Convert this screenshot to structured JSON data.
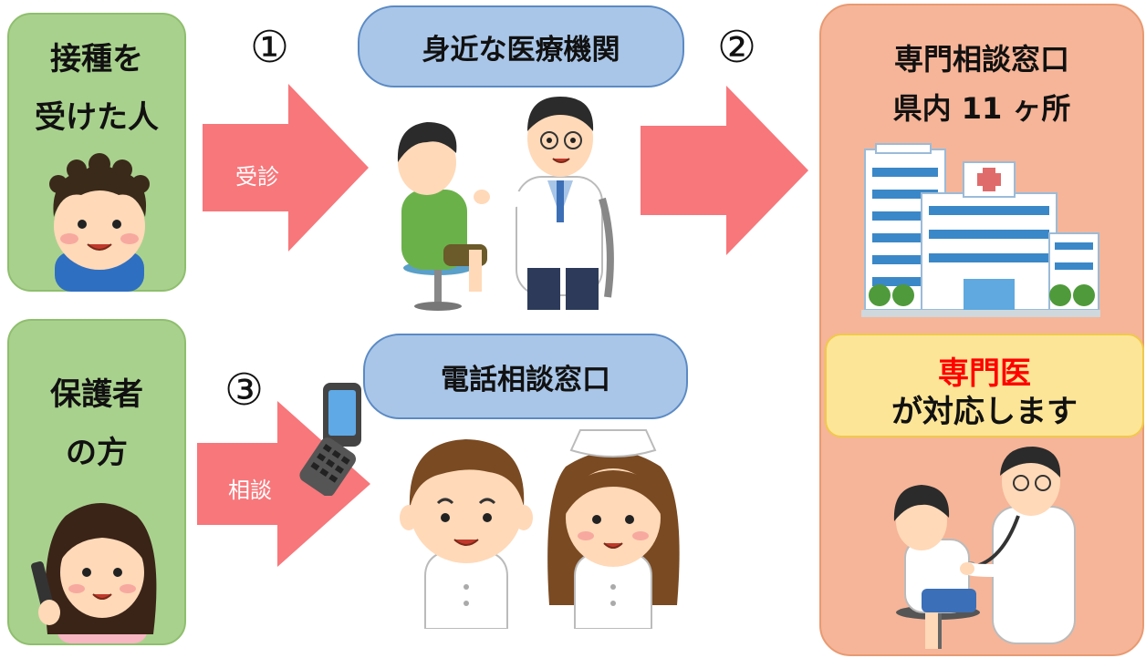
{
  "left_top": {
    "line1": "接種を",
    "line2": "受けた人"
  },
  "left_bottom": {
    "line1": "保護者",
    "line2": "の方"
  },
  "step1": {
    "number": "①",
    "arrow_label": "受診",
    "pill": "身近な医療機関"
  },
  "step2": {
    "number": "②"
  },
  "step3": {
    "number": "③",
    "arrow_label": "相談",
    "pill": "電話相談窓口"
  },
  "right_panel": {
    "title1": "専門相談窓口",
    "title2": "県内 11 ヶ所",
    "specialist": "専門医",
    "responds": "が対応します"
  },
  "colors": {
    "green_box": "#a9d18e",
    "blue_pill": "#a9c6e8",
    "arrow": "#f7777b",
    "orange_panel": "#f6b598",
    "yellow_box": "#fde597",
    "specialist_text": "#ff0000"
  },
  "icons": [
    "boy-icon",
    "doctor-with-boy-icon",
    "hospital-building-icon",
    "mother-phone-icon",
    "flip-phone-icon",
    "male-nurse-icon",
    "female-nurse-icon",
    "doctor-with-child-icon"
  ]
}
